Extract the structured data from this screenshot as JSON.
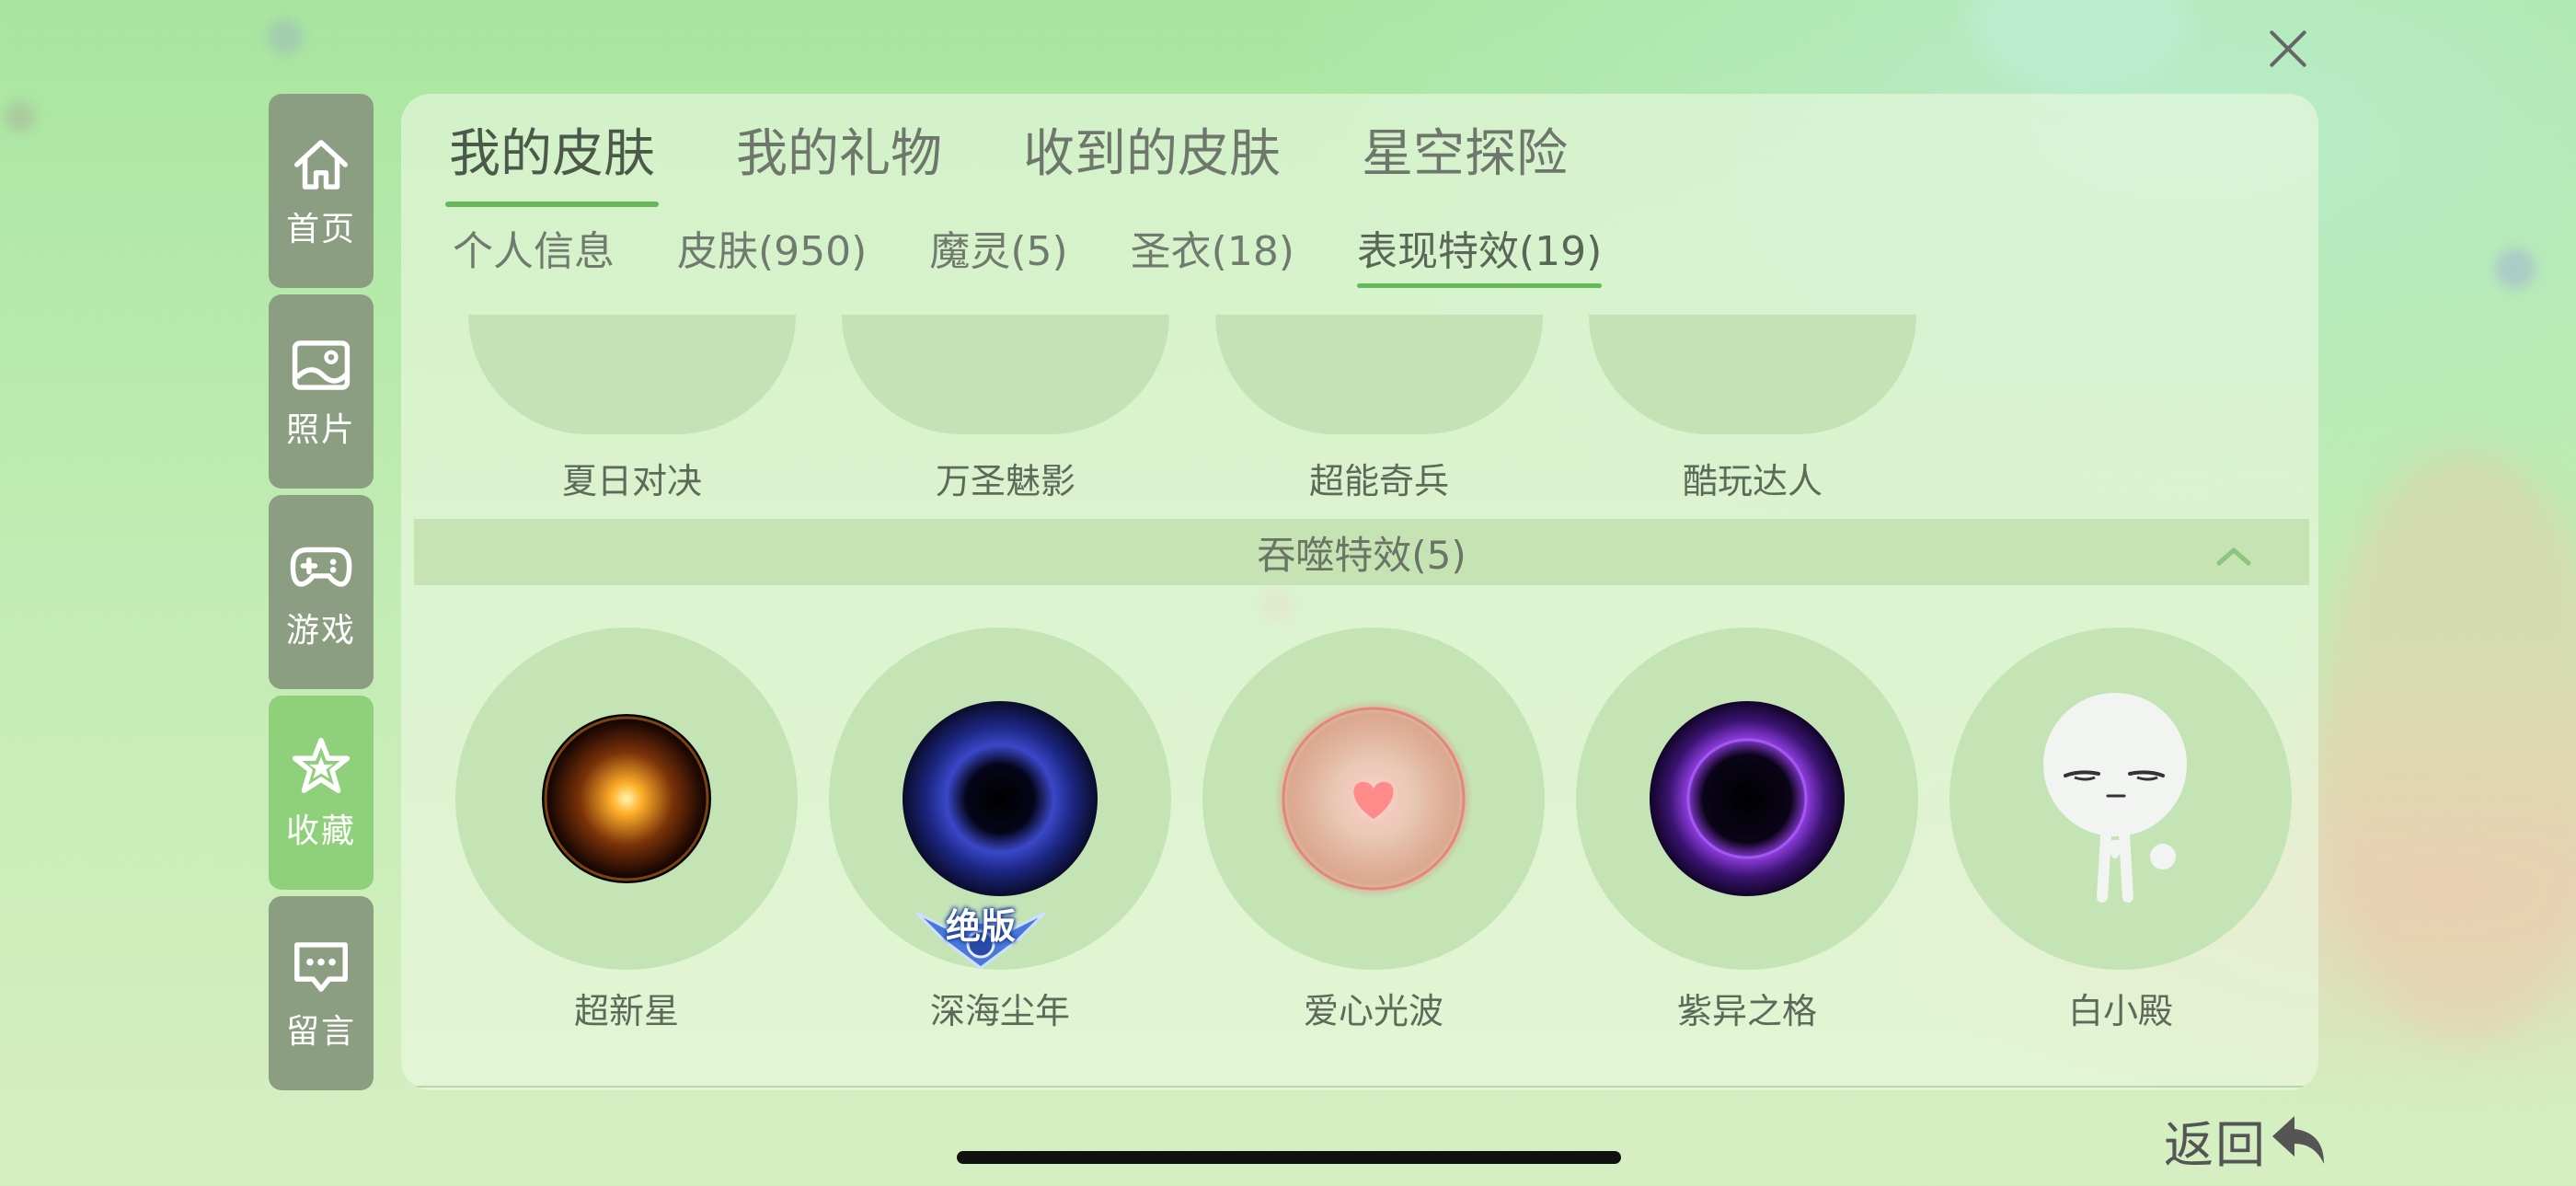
{
  "top_tabs": [
    "我的皮肤",
    "我的礼物",
    "收到的皮肤",
    "星空探险"
  ],
  "sub_tabs": [
    "个人信息",
    "皮肤(950)",
    "魔灵(5)",
    "圣衣(18)",
    "表现特效(19)"
  ],
  "sidebar": [
    {
      "label": "首页",
      "icon": "home-icon"
    },
    {
      "label": "照片",
      "icon": "photo-icon"
    },
    {
      "label": "游戏",
      "icon": "gamepad-icon"
    },
    {
      "label": "收藏",
      "icon": "star-icon"
    },
    {
      "label": "留言",
      "icon": "message-icon"
    }
  ],
  "row1_items": [
    "夏日对决",
    "万圣魅影",
    "超能奇兵",
    "酷玩达人"
  ],
  "section": {
    "title": "吞噬特效(5)"
  },
  "row2_items": [
    "超新星",
    "深海尘年",
    "爱心光波",
    "紫异之格",
    "白小殿"
  ],
  "badge": "绝版",
  "back_label": "返回",
  "colors": {
    "active_tab_underline": "#66b85a",
    "sidebar_active": "#8fd07a",
    "sidebar_inactive": "#8c9e82"
  }
}
